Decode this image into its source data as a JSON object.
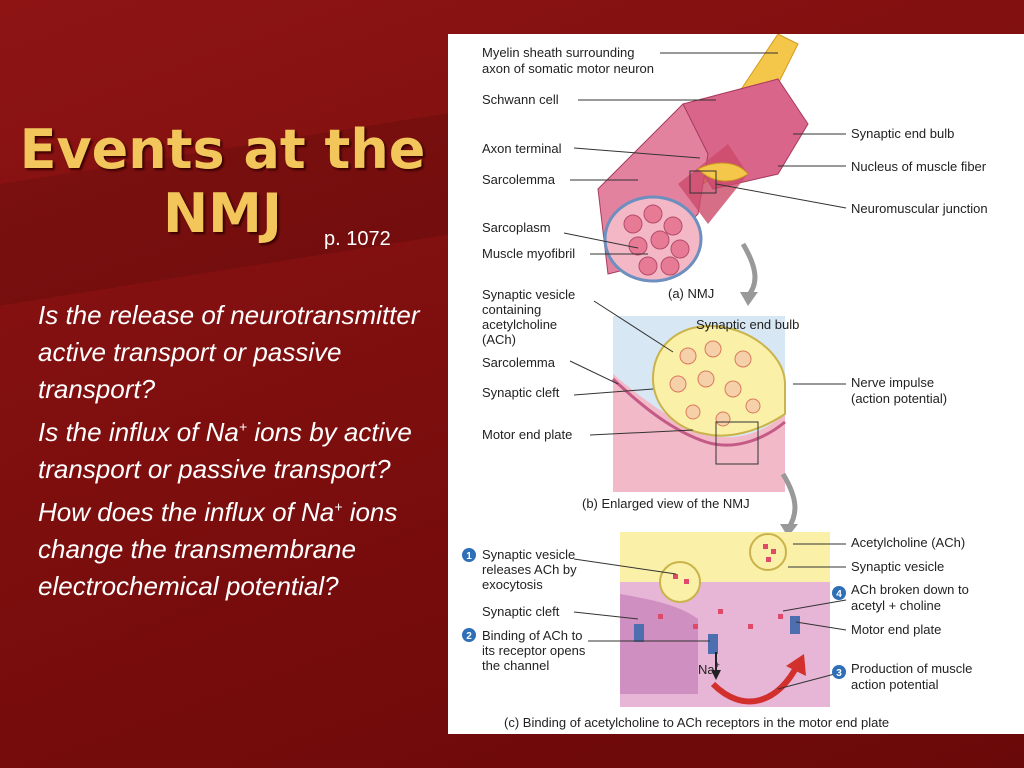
{
  "title_line1": "Events at the",
  "title_line2": "NMJ",
  "page_ref": "p. 1072",
  "questions": [
    {
      "text": "Is the release of neurotransmitter active transport or passive transport?"
    },
    {
      "before": "Is the influx of Na",
      "sup": "+",
      "after": " ions by active transport or passive transport?"
    },
    {
      "before": "How does the influx of Na",
      "sup": "+",
      "after": " ions change the transmembrane electrochemical potential?"
    }
  ],
  "figure": {
    "a": {
      "myelin1": "Myelin sheath surrounding",
      "myelin2": "axon of somatic motor neuron",
      "schwann": "Schwann cell",
      "axon_terminal": "Axon terminal",
      "sarcolemma": "Sarcolemma",
      "sarcoplasm": "Sarcoplasm",
      "myofibril": "Muscle myofibril",
      "end_bulb": "Synaptic end bulb",
      "nucleus": "Nucleus of muscle fiber",
      "nmj": "Neuromuscular junction",
      "caption": "(a) NMJ"
    },
    "b": {
      "vesicle1": "Synaptic vesicle",
      "vesicle2": "containing",
      "vesicle3": "acetylcholine",
      "vesicle4": "(ACh)",
      "end_bulb": "Synaptic end bulb",
      "sarcolemma": "Sarcolemma",
      "cleft": "Synaptic cleft",
      "end_plate": "Motor end plate",
      "impulse1": "Nerve impulse",
      "impulse2": "(action potential)",
      "caption": "(b) Enlarged view of the NMJ"
    },
    "c": {
      "step1_1": "Synaptic vesicle",
      "step1_2": "releases ACh by",
      "step1_3": "exocytosis",
      "cleft": "Synaptic cleft",
      "step2_1": "Binding of ACh to",
      "step2_2": "its receptor opens",
      "step2_3": "the channel",
      "ach": "Acetylcholine (ACh)",
      "vesicle": "Synaptic vesicle",
      "step4_1": "ACh broken down to",
      "step4_2": "acetyl + choline",
      "end_plate": "Motor end plate",
      "step3_1": "Production of muscle",
      "step3_2": "action potential",
      "na": "Na",
      "na_sup": "+",
      "num1": "1",
      "num2": "2",
      "num3": "3",
      "num4": "4",
      "caption": "(c) Binding of acetylcholine to ACh receptors in the motor end plate"
    }
  },
  "colors": {
    "background": "#7a0d0d",
    "title": "#f2c65a",
    "text": "#ffffff"
  }
}
